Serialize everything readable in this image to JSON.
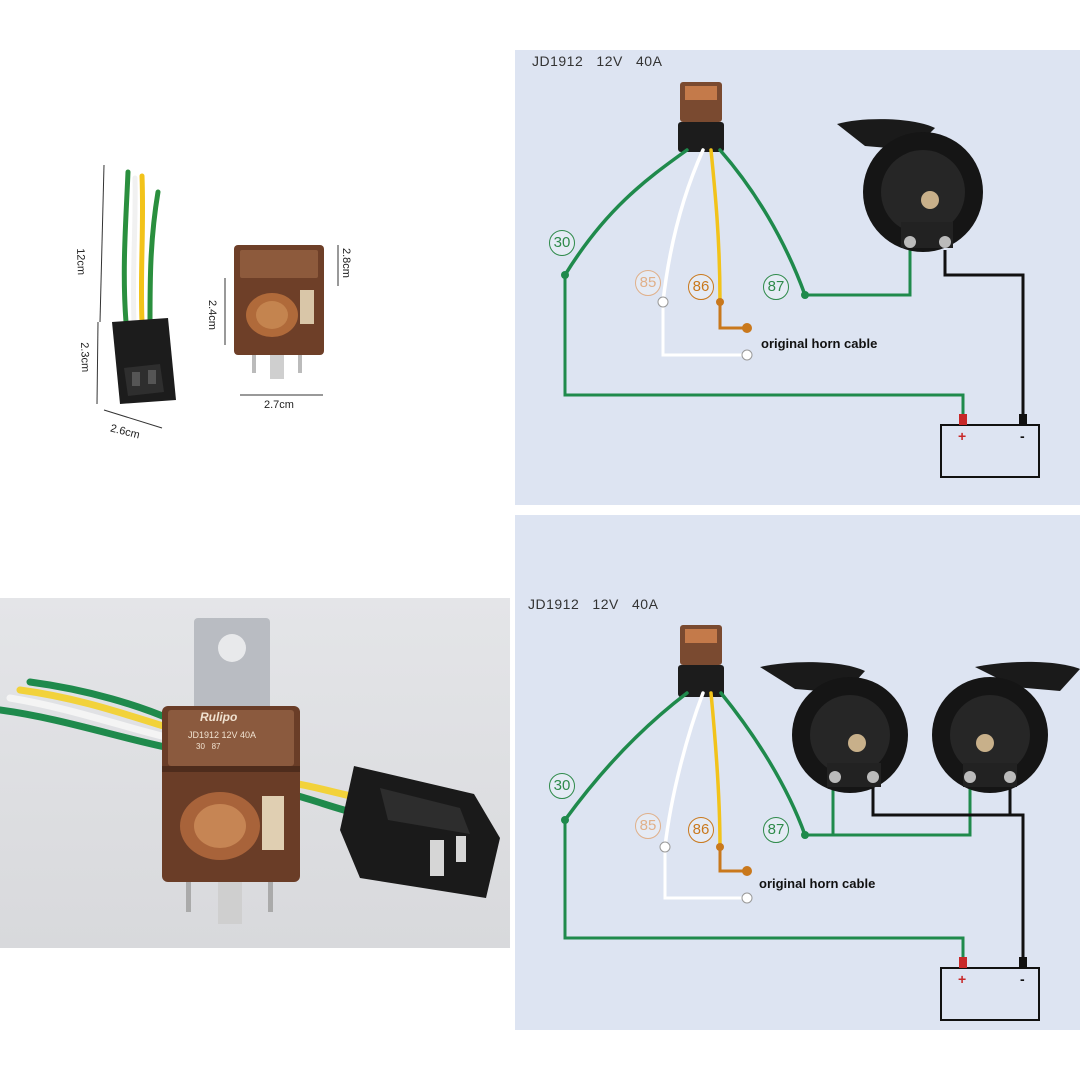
{
  "dimensions": {
    "wire_length": "12cm",
    "socket_height": "2.3cm",
    "socket_width": "2.6cm",
    "relay_top": "2.8cm",
    "relay_height": "2.4cm",
    "relay_width": "2.7cm"
  },
  "relay_body": {
    "brand": "Rulipo",
    "model_text": "JD1912 12V 40A",
    "pins_text": "30   87",
    "colors": {
      "casing": "#7a4a30",
      "socket": "#1c1c1c",
      "bracket": "#b9bcc2"
    }
  },
  "diagram_single": {
    "title": "JD1912   12V   40A",
    "pins": {
      "p30": "30",
      "p85": "85",
      "p86": "86",
      "p87": "87"
    },
    "horn_cable_label": "original horn cable",
    "battery": {
      "plus": "+",
      "minus": "-"
    }
  },
  "diagram_double": {
    "title": "JD1912   12V   40A",
    "pins": {
      "p30": "30",
      "p85": "85",
      "p86": "86",
      "p87": "87"
    },
    "horn_cable_label": "original horn cable",
    "battery": {
      "plus": "+",
      "minus": "-"
    }
  },
  "colors": {
    "green_wire": "#1f8a4c",
    "white_wire": "#ffffff",
    "yellow_wire": "#f2c31a",
    "orange_wire": "#c9781c",
    "black_wire": "#111111",
    "panel_bg": "#dde4f2"
  }
}
